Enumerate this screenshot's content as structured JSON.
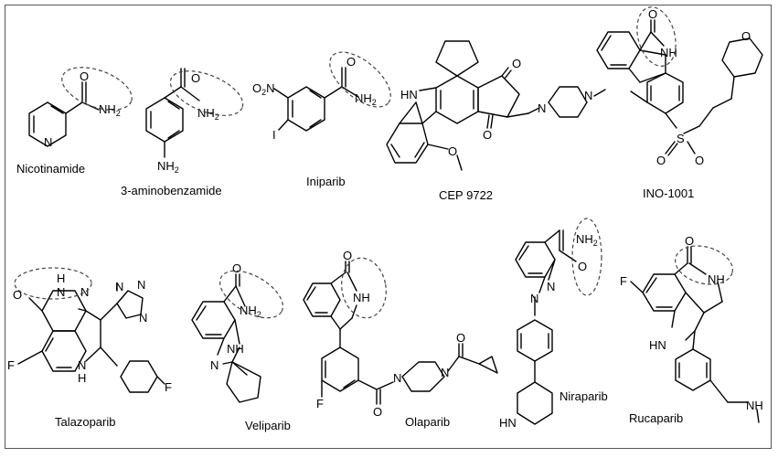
{
  "compounds": [
    {
      "name": "Nicotinamide"
    },
    {
      "name": "3-aminobenzamide"
    },
    {
      "name": "Iniparib"
    },
    {
      "name": "CEP 9722"
    },
    {
      "name": "INO-1001"
    },
    {
      "name": "Talazoparib"
    },
    {
      "name": "Veliparib"
    },
    {
      "name": "Olaparib"
    },
    {
      "name": "Niraparib"
    },
    {
      "name": "Rucaparib"
    }
  ],
  "atoms": {
    "O": "O",
    "N": "N",
    "F": "F",
    "I": "I",
    "S": "S",
    "NH": "NH",
    "HN": "HN",
    "H": "H",
    "NH2": "NH",
    "sub2": "2",
    "O2N": "O",
    "O2N_sub": "2",
    "O2N_n": "N"
  }
}
